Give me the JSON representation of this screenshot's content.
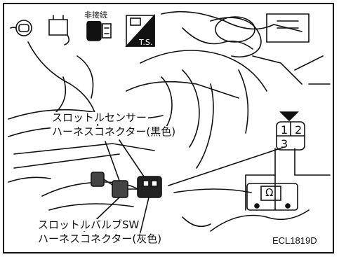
{
  "header": {
    "icon_non_connect_label": "非接続",
    "ts_label": "T.S."
  },
  "callouts": {
    "sensor_line1": "スロットルセンサー",
    "sensor_line2": "ハーネスコネクター(黒色)",
    "valve_line1": "スロットルバルブSW",
    "valve_line2": "ハーネスコネクター(灰色)"
  },
  "connector_pins": [
    "1",
    "2",
    "3"
  ],
  "meter_symbol": "Ω",
  "figure_code": "ECL1819D"
}
